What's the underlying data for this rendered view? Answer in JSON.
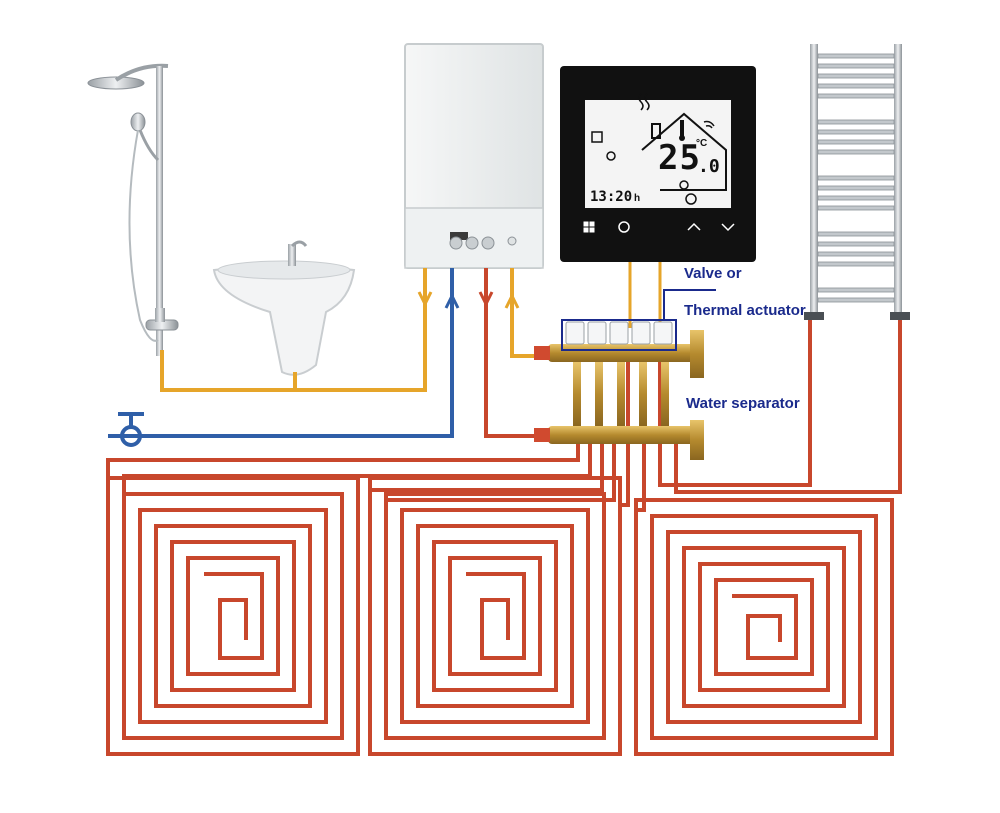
{
  "labels": {
    "valve": "Valve or",
    "actuator": "Thermal actuator",
    "separator": "Water separator"
  },
  "thermostat": {
    "temperature": "25",
    "decimal": ".0",
    "unit": "°C",
    "time": "13:20",
    "time_suffix": "h"
  },
  "colors": {
    "hot_pipe": "#c8472c",
    "warm_pipe": "#e6a52a",
    "cold_pipe": "#2f5fa8",
    "label_text": "#1a2a8c",
    "thermostat_body": "#111111",
    "screen": "#f4f4f4"
  },
  "icons": [
    "shower-icon",
    "sink-icon",
    "boiler-icon",
    "thermostat-icon",
    "towel-radiator-icon",
    "faucet-valve-icon",
    "manifold-icon"
  ]
}
